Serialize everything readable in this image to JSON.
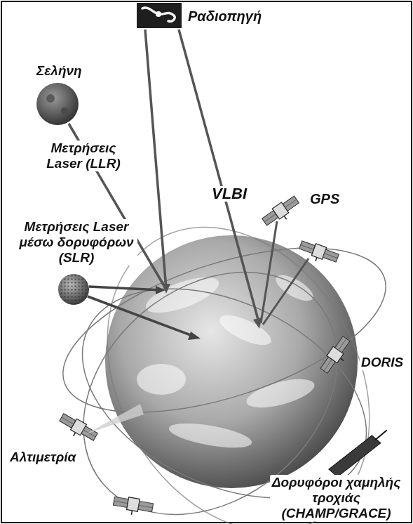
{
  "diagram": {
    "labels": [
      "Ραδιοπηγή",
      "Σελήνη",
      "Μετρήσεις Laser (LLR)",
      "VLBI",
      "GPS",
      "Μετρήσεις Laser μέσω δορυφόρων (SLR)",
      "DORIS",
      "Αλτιμετρία",
      "Δορυφόροι χαμηλής τροχιάς (CHAMP/GRACE)"
    ]
  }
}
